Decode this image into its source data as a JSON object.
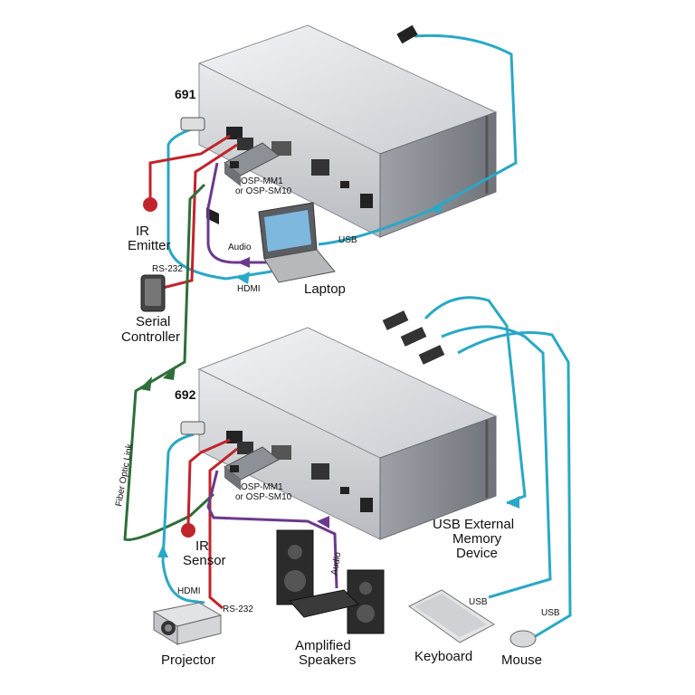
{
  "devices": {
    "top": {
      "model": "691",
      "module": [
        "OSP-MM1",
        "or OSP-SM10"
      ]
    },
    "bottom": {
      "model": "692",
      "module": [
        "OSP-MM1",
        "or OSP-SM10"
      ]
    }
  },
  "labels": {
    "ir_emitter": [
      "IR",
      "Emitter"
    ],
    "rs232_top": "RS-232",
    "serial_controller": [
      "Serial",
      "Controller"
    ],
    "audio_top": "Audio",
    "hdmi_top": "HDMI",
    "usb_top": "USB",
    "laptop": "Laptop",
    "fiber_link": "Fiber Optic Link",
    "ir_sensor": [
      "IR",
      "Sensor"
    ],
    "hdmi_bottom": "HDMI",
    "rs232_bottom": "RS-232",
    "projector": "Projector",
    "audio_bottom": "Audio",
    "speakers": [
      "Amplified",
      "Speakers"
    ],
    "usb_memory": [
      "USB External",
      "Memory",
      "Device"
    ],
    "usb_keyboard": "USB",
    "keyboard": "Keyboard",
    "usb_mouse": "USB",
    "mouse": "Mouse"
  },
  "colors": {
    "hdmi_cable": "#2aa8c6",
    "usb_cable": "#2aa8c6",
    "ir_cable": "#c0242c",
    "rs232_cable": "#c0242c",
    "audio_cable": "#6b3a8c",
    "fiber_cable": "#2f6e3a"
  }
}
